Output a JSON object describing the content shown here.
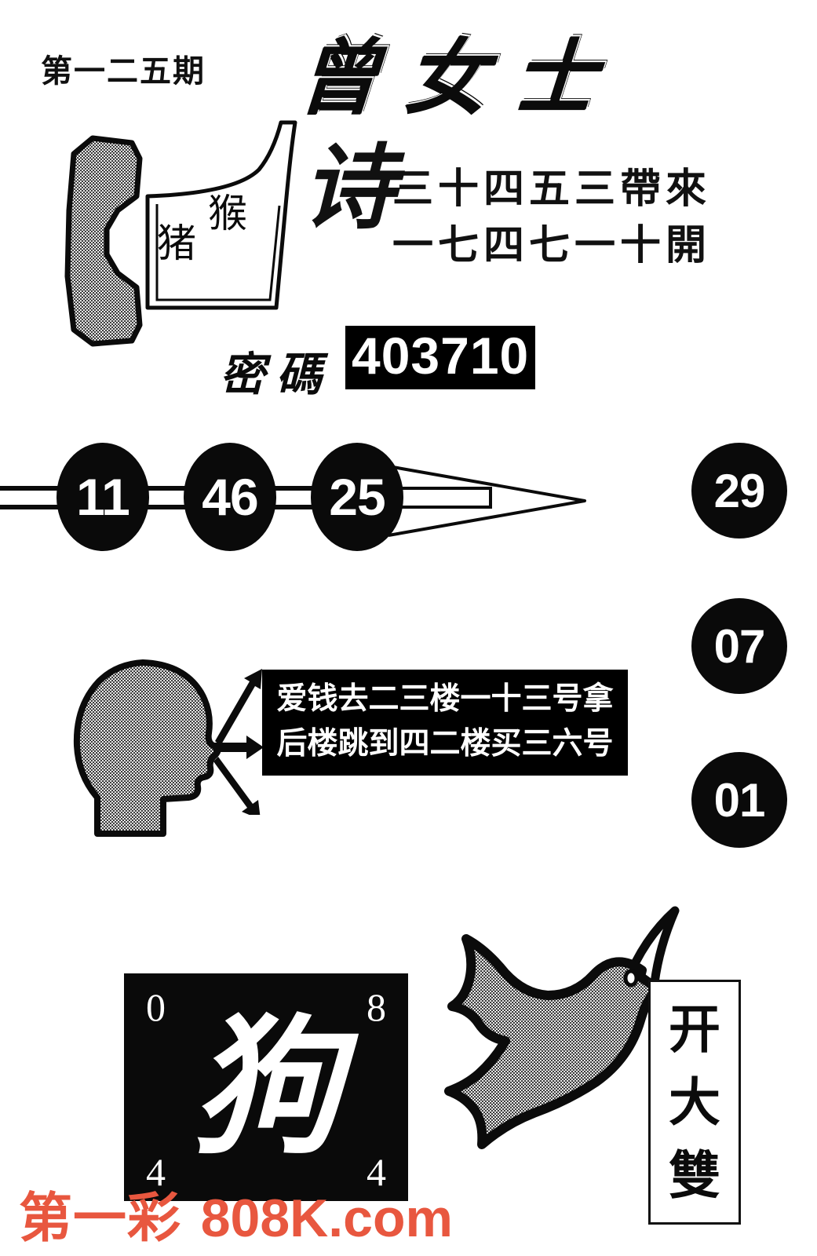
{
  "header": {
    "issue_label": "第一二五期",
    "brand_title": "曾女士"
  },
  "poem_section": {
    "glyph": "诗",
    "zodiac_left": "猪",
    "zodiac_right": "猴",
    "lines": [
      "三十四五三帶來",
      "一七四七一十開"
    ]
  },
  "code_section": {
    "label": "密碼",
    "value": "403710"
  },
  "draw_numbers": {
    "row_numbers": [
      "11",
      "46",
      "25"
    ],
    "side_numbers": [
      "29",
      "07",
      "01"
    ]
  },
  "message_section": {
    "lines": [
      "爱钱去二三楼一十三号拿",
      "后楼跳到四二楼买三六号"
    ]
  },
  "zodiac_card": {
    "character": "狗",
    "corner_top_left": "0",
    "corner_top_right": "8",
    "corner_bottom_left": "4",
    "corner_bottom_right": "4"
  },
  "prediction_box": {
    "characters": [
      "开",
      "大",
      "雙"
    ]
  },
  "watermark": {
    "brand": "第一彩",
    "site": "808K.com",
    "color": "#e8573f"
  }
}
